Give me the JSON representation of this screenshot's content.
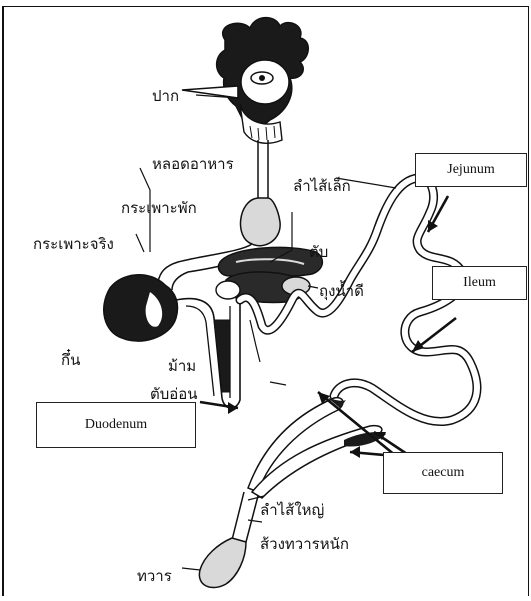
{
  "labels_th": {
    "mouth": "ปาก",
    "esophagus": "หลอดอาหาร",
    "crop": "กระเพาะพัก",
    "proventriculus": "กระเพาะจริง",
    "gizzard": "กึ๋น",
    "spleen": "ม้าม",
    "pancreas": "ตับอ่อน",
    "liver": "ตับ",
    "gallbladder": "ถุงน้ำดี",
    "small_intestine": "ลำไส้เล็ก",
    "large_intestine": "ลำไส้ใหญ่",
    "rectum": "ส้วงทวารหนัก",
    "anus": "ทวาร"
  },
  "boxes": {
    "jejunum": "Jejunum",
    "ileum": "Ileum",
    "duodenum": "Duodenum",
    "caecum": "caecum"
  },
  "colors": {
    "ink": "#111111",
    "organ_fill": "#d9d9d9",
    "dark_fill": "#2a2a2a"
  }
}
